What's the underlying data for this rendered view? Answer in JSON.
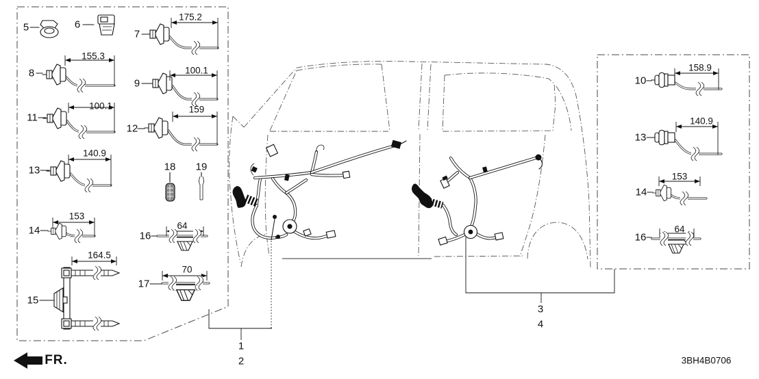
{
  "diagram_code": "3BH4B0706",
  "fr_label": "FR.",
  "callouts": {
    "c1": "1",
    "c2": "2",
    "c3": "3",
    "c4": "4"
  },
  "left_panel": {
    "items": [
      {
        "ref": "5"
      },
      {
        "ref": "6"
      },
      {
        "ref": "7",
        "dim": "175.2"
      },
      {
        "ref": "8",
        "dim": "155.3"
      },
      {
        "ref": "9",
        "dim": "100.1"
      },
      {
        "ref": "11",
        "dim": "100.1"
      },
      {
        "ref": "12",
        "dim": "159"
      },
      {
        "ref": "13",
        "dim": "140.9"
      },
      {
        "ref": "18"
      },
      {
        "ref": "19"
      },
      {
        "ref": "14",
        "dim": "153"
      },
      {
        "ref": "16",
        "dim": "64"
      },
      {
        "ref": "15",
        "dim": "164.5"
      },
      {
        "ref": "17",
        "dim": "70"
      }
    ]
  },
  "right_panel": {
    "items": [
      {
        "ref": "10",
        "dim": "158.9"
      },
      {
        "ref": "13",
        "dim": "140.9"
      },
      {
        "ref": "14",
        "dim": "153"
      },
      {
        "ref": "16",
        "dim": "64"
      }
    ]
  }
}
